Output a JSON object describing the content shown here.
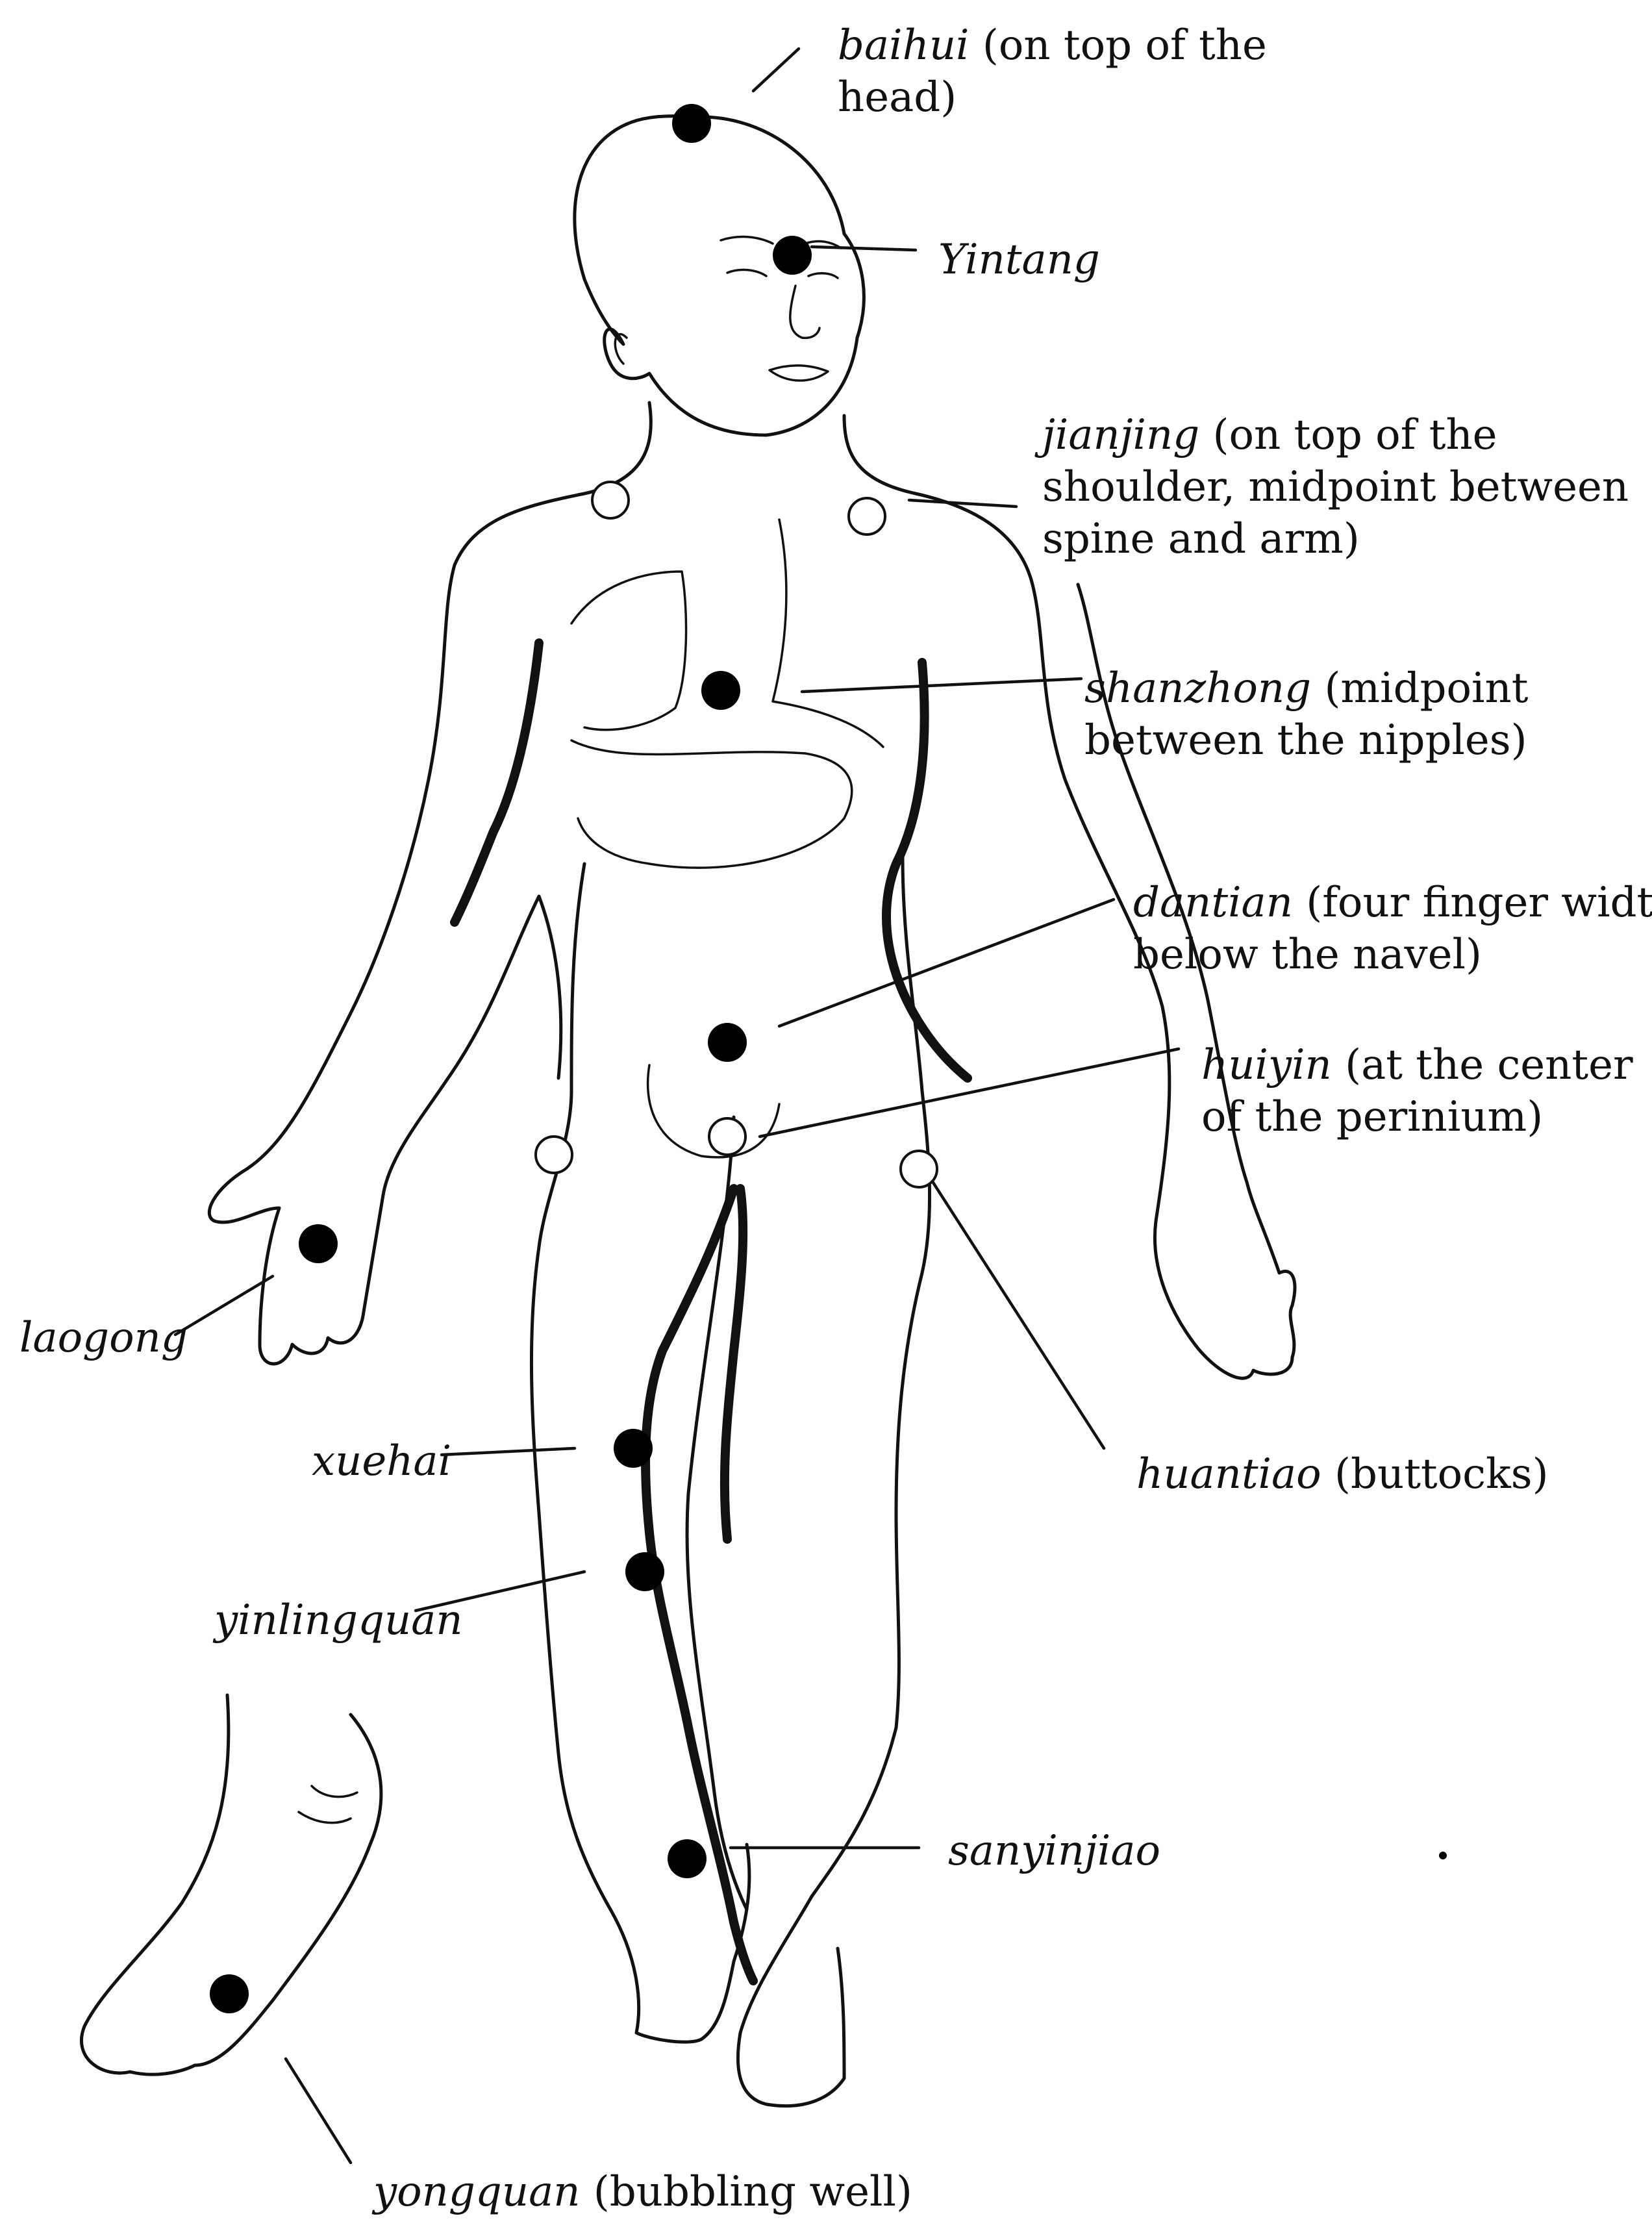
{
  "points": [
    {
      "id": "baihui",
      "name": "baihui",
      "desc": "(on top of the",
      "desc2": "head)",
      "marker": "filled"
    },
    {
      "id": "yintang",
      "name": "Yintang",
      "desc": "",
      "marker": "filled"
    },
    {
      "id": "jianjing",
      "name": "jianjing",
      "desc": "(on top of the",
      "desc2": "shoulder, midpoint between",
      "desc3": "spine and arm)",
      "marker": "open"
    },
    {
      "id": "shanzhong",
      "name": "shanzhong",
      "desc": "(midpoint",
      "desc2": "between the nipples)",
      "marker": "filled"
    },
    {
      "id": "dantian",
      "name": "dantian",
      "desc": "(four finger width",
      "desc2": "below the navel)",
      "marker": "filled"
    },
    {
      "id": "huiyin",
      "name": "huiyin",
      "desc": "(at the center",
      "desc2": "of the perinium)",
      "marker": "open"
    },
    {
      "id": "laogong",
      "name": "laogong",
      "desc": "",
      "marker": "filled"
    },
    {
      "id": "xuehai",
      "name": "xuehai",
      "desc": "",
      "marker": "filled"
    },
    {
      "id": "yinlingquan",
      "name": "yinlingquan",
      "desc": "",
      "marker": "filled"
    },
    {
      "id": "huantiao",
      "name": "huantiao",
      "desc": "(buttocks)",
      "marker": "open"
    },
    {
      "id": "sanyinjiao",
      "name": "sanyinjiao",
      "desc": "",
      "marker": "filled"
    },
    {
      "id": "yongquan",
      "name": "yongquan",
      "desc": "(bubbling well)",
      "marker": "filled"
    }
  ],
  "colors": {
    "ink": "#111111",
    "paper": "#ffffff"
  }
}
